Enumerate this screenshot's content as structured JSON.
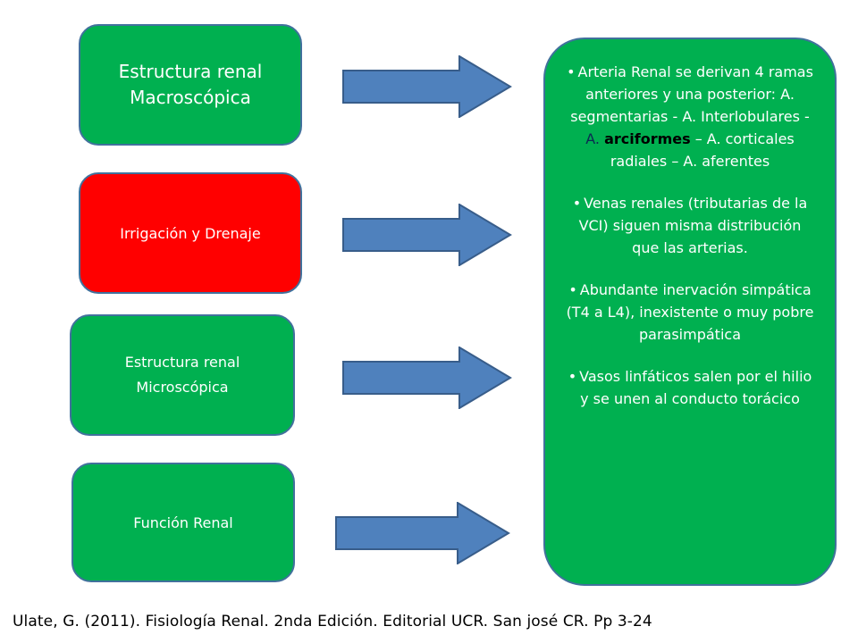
{
  "left_boxes": [
    {
      "text": "Estructura renal Macroscópica",
      "color": "#00b050"
    },
    {
      "text": "Irrigación y Drenaje",
      "color": "#ff0000"
    },
    {
      "text": "Estructura renal Microscópica",
      "color": "#00b050"
    },
    {
      "text": "Función Renal",
      "color": "#00b050"
    }
  ],
  "arrow_color": "#4f81bd",
  "detail_box": {
    "color": "#00b050",
    "bullet_symbol": "•",
    "bullet1": {
      "pre": "Arteria Renal se derivan 4 ramas anteriores y una posterior:  A. segmentarias - A. Interlobulares - ",
      "arc_a": "A.",
      "arc_b": "arciformes",
      "post": " – A. corticales radiales – A. aferentes"
    },
    "bullet2": "Venas renales (tributarias de la VCI) siguen misma distribución que las arterias.",
    "bullet3": "Abundante inervación simpática (T4 a L4), inexistente o muy pobre parasimpática",
    "bullet4": "Vasos linfáticos  salen por el hilio y se unen al conducto torácico"
  },
  "citation": "Ulate, G. (2011).  Fisiología Renal. 2nda Edición. Editorial UCR. San josé CR. Pp 3-24"
}
